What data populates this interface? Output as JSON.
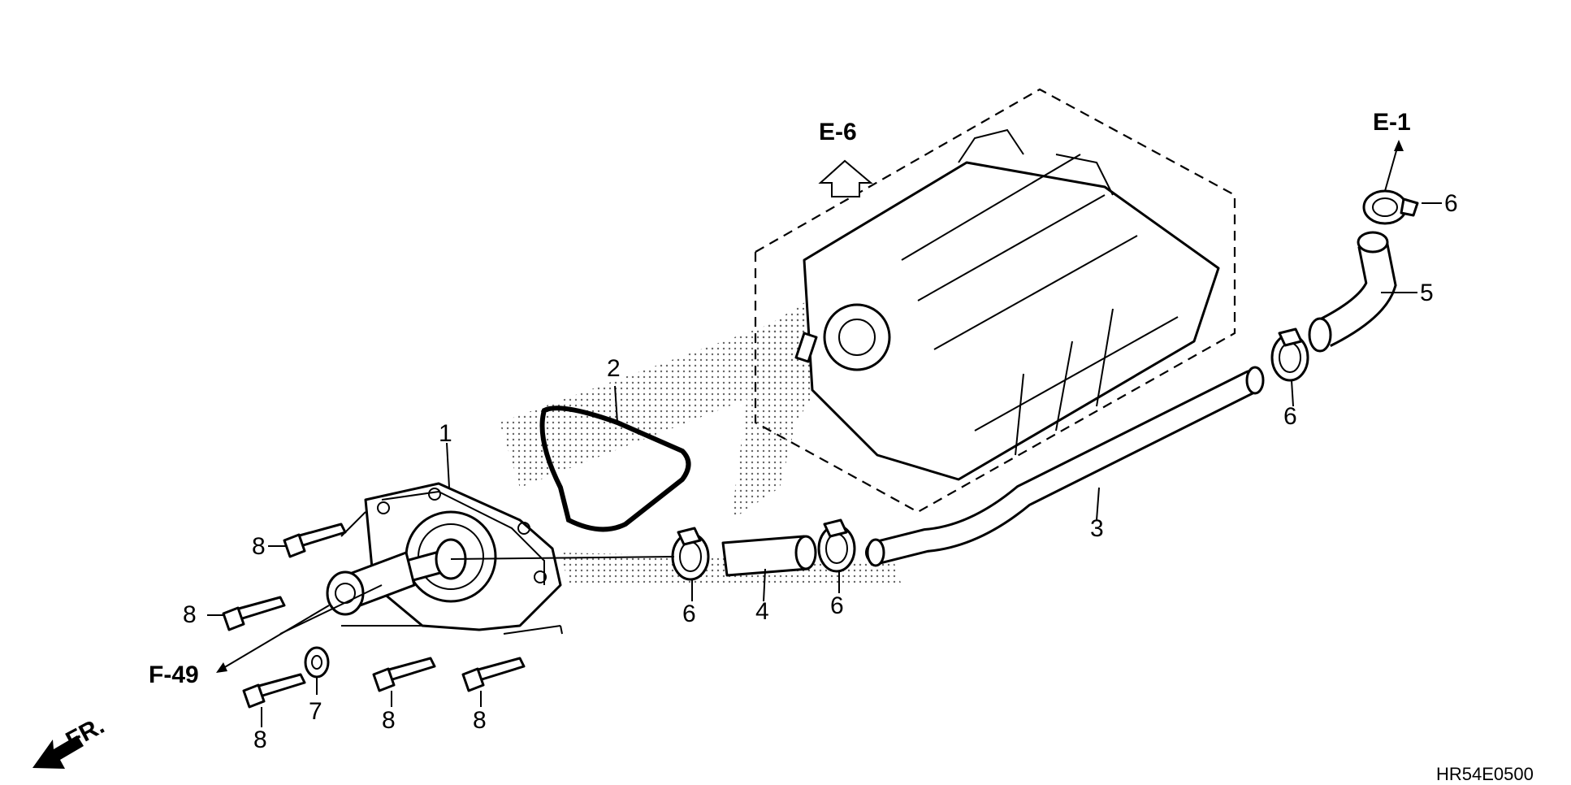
{
  "diagram_code": "HR54E0500",
  "direction_label": "FR.",
  "references": {
    "e6": "E-6",
    "e1": "E-1",
    "f49": "F-49"
  },
  "callouts": {
    "c1": "1",
    "c2": "2",
    "c3": "3",
    "c4": "4",
    "c5": "5",
    "c6a": "6",
    "c6b": "6",
    "c6c": "6",
    "c6d": "6",
    "c7": "7",
    "c8a": "8",
    "c8b": "8",
    "c8c": "8",
    "c8d": "8",
    "c8e": "8"
  }
}
